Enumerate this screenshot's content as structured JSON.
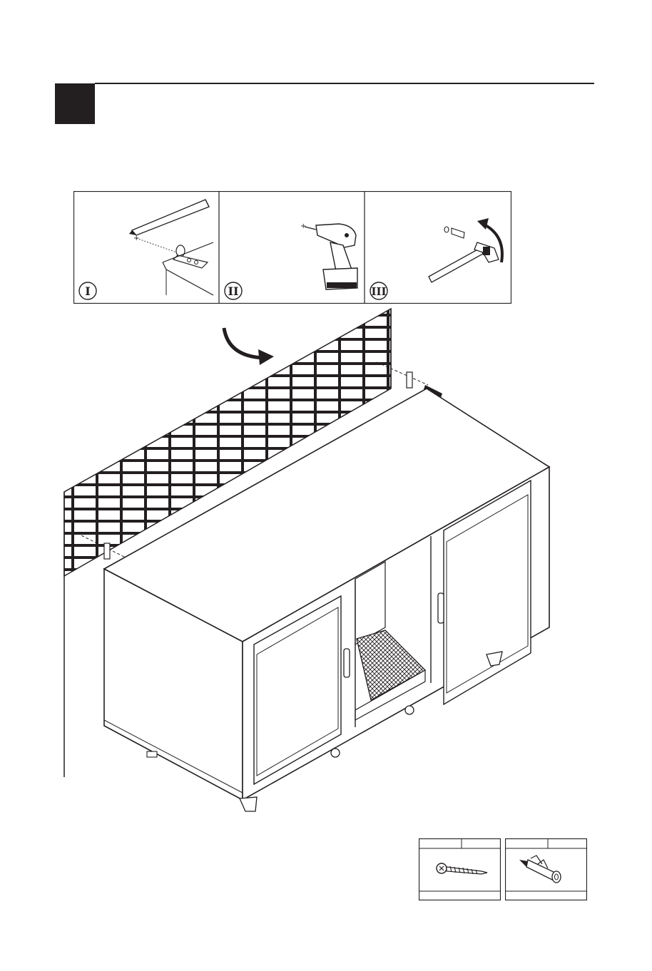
{
  "step": {
    "number": ""
  },
  "substeps": [
    {
      "numeral": "I",
      "tool": "pencil-icon"
    },
    {
      "numeral": "II",
      "tool": "drill-icon"
    },
    {
      "numeral": "III",
      "tool": "hammer-icon"
    }
  ],
  "hardware": [
    {
      "part": "screw-icon",
      "code": "",
      "qty": ""
    },
    {
      "part": "wall-anchor-icon",
      "code": "",
      "qty": ""
    }
  ],
  "colors": {
    "ink": "#231f20",
    "paper": "#ffffff"
  }
}
